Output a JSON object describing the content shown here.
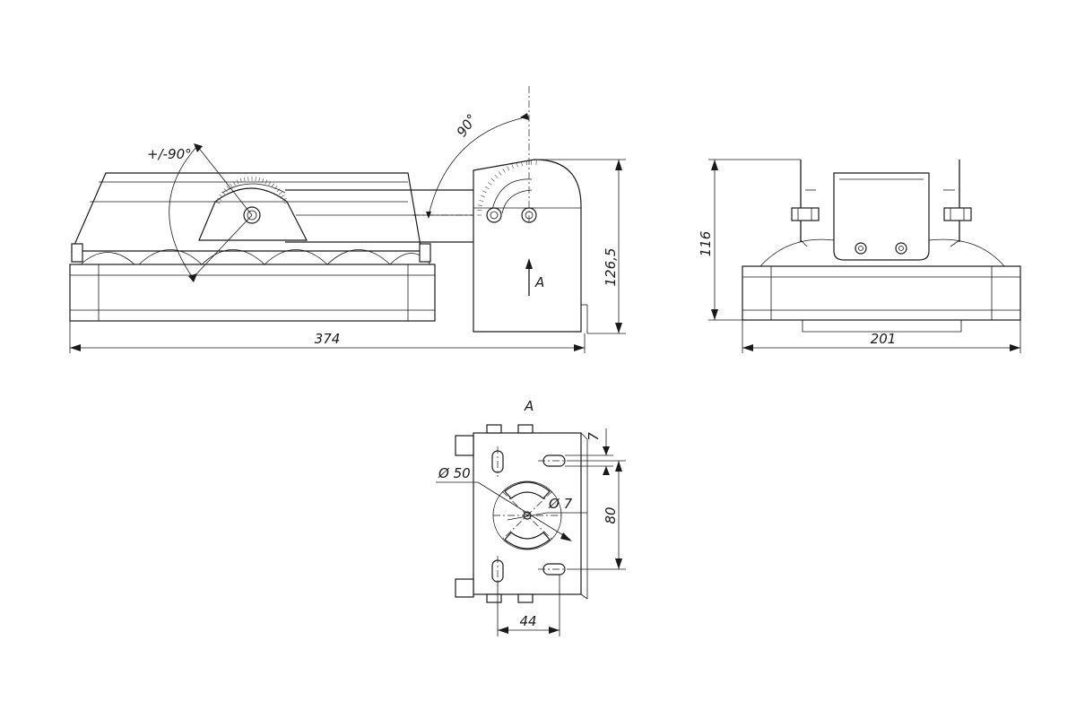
{
  "dimensions": {
    "overall_length": "374",
    "side_height": "126,5",
    "front_height": "116",
    "front_width": "201",
    "hole_spacing_horizontal": "44",
    "hole_spacing_vertical": "80",
    "slot_width": "7",
    "center_circle_diameter": "Ø 50",
    "center_hole_diameter": "Ø 7"
  },
  "annotations": {
    "tilt_angle": "+/-90°",
    "bracket_angle": "90°",
    "view_arrow_label": "A",
    "view_title": "A"
  }
}
